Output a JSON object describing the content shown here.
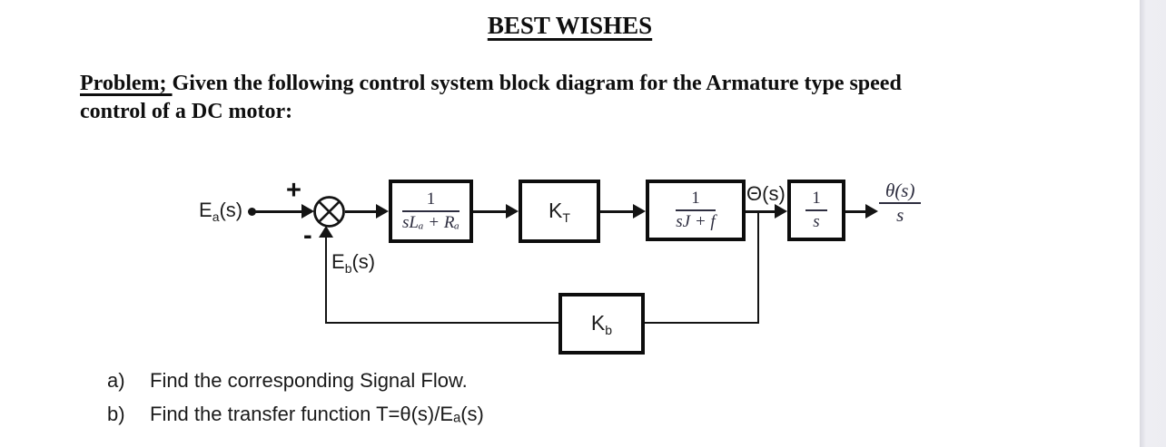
{
  "page": {
    "title": "BEST WISHES",
    "problem_label": "Problem; ",
    "problem_line1": "Given the following control system block diagram for the Armature type speed",
    "problem_line2": "control of a DC motor:",
    "questions": [
      {
        "marker": "a)",
        "text": "Find the corresponding Signal Flow."
      },
      {
        "marker": "b)",
        "text": "Find the transfer function T=θ(s)/Eₐ(s)"
      }
    ]
  },
  "diagram": {
    "input_signal": {
      "base": "E",
      "sub": "a",
      "arg": "(s)"
    },
    "sum_plus": "+",
    "sum_minus": "-",
    "feedback_signal": {
      "base": "E",
      "sub": "b",
      "arg": "(s)"
    },
    "armature_block": {
      "num": "1",
      "den": "sLₐ + Rₐ"
    },
    "torque_block": {
      "base": "K",
      "sub": "T"
    },
    "load_block": {
      "num": "1",
      "den": "sJ + f"
    },
    "speed_label": "Θ(s)",
    "integrator_block": {
      "num": "1",
      "den": "s"
    },
    "output_signal": {
      "num": "θ(s)",
      "den": "s"
    },
    "backemf_block": {
      "base": "K",
      "sub": "b"
    }
  },
  "colors": {
    "ink": "#141414",
    "formula_ink": "#2d2d3f",
    "page_edge": "#ededf2"
  }
}
